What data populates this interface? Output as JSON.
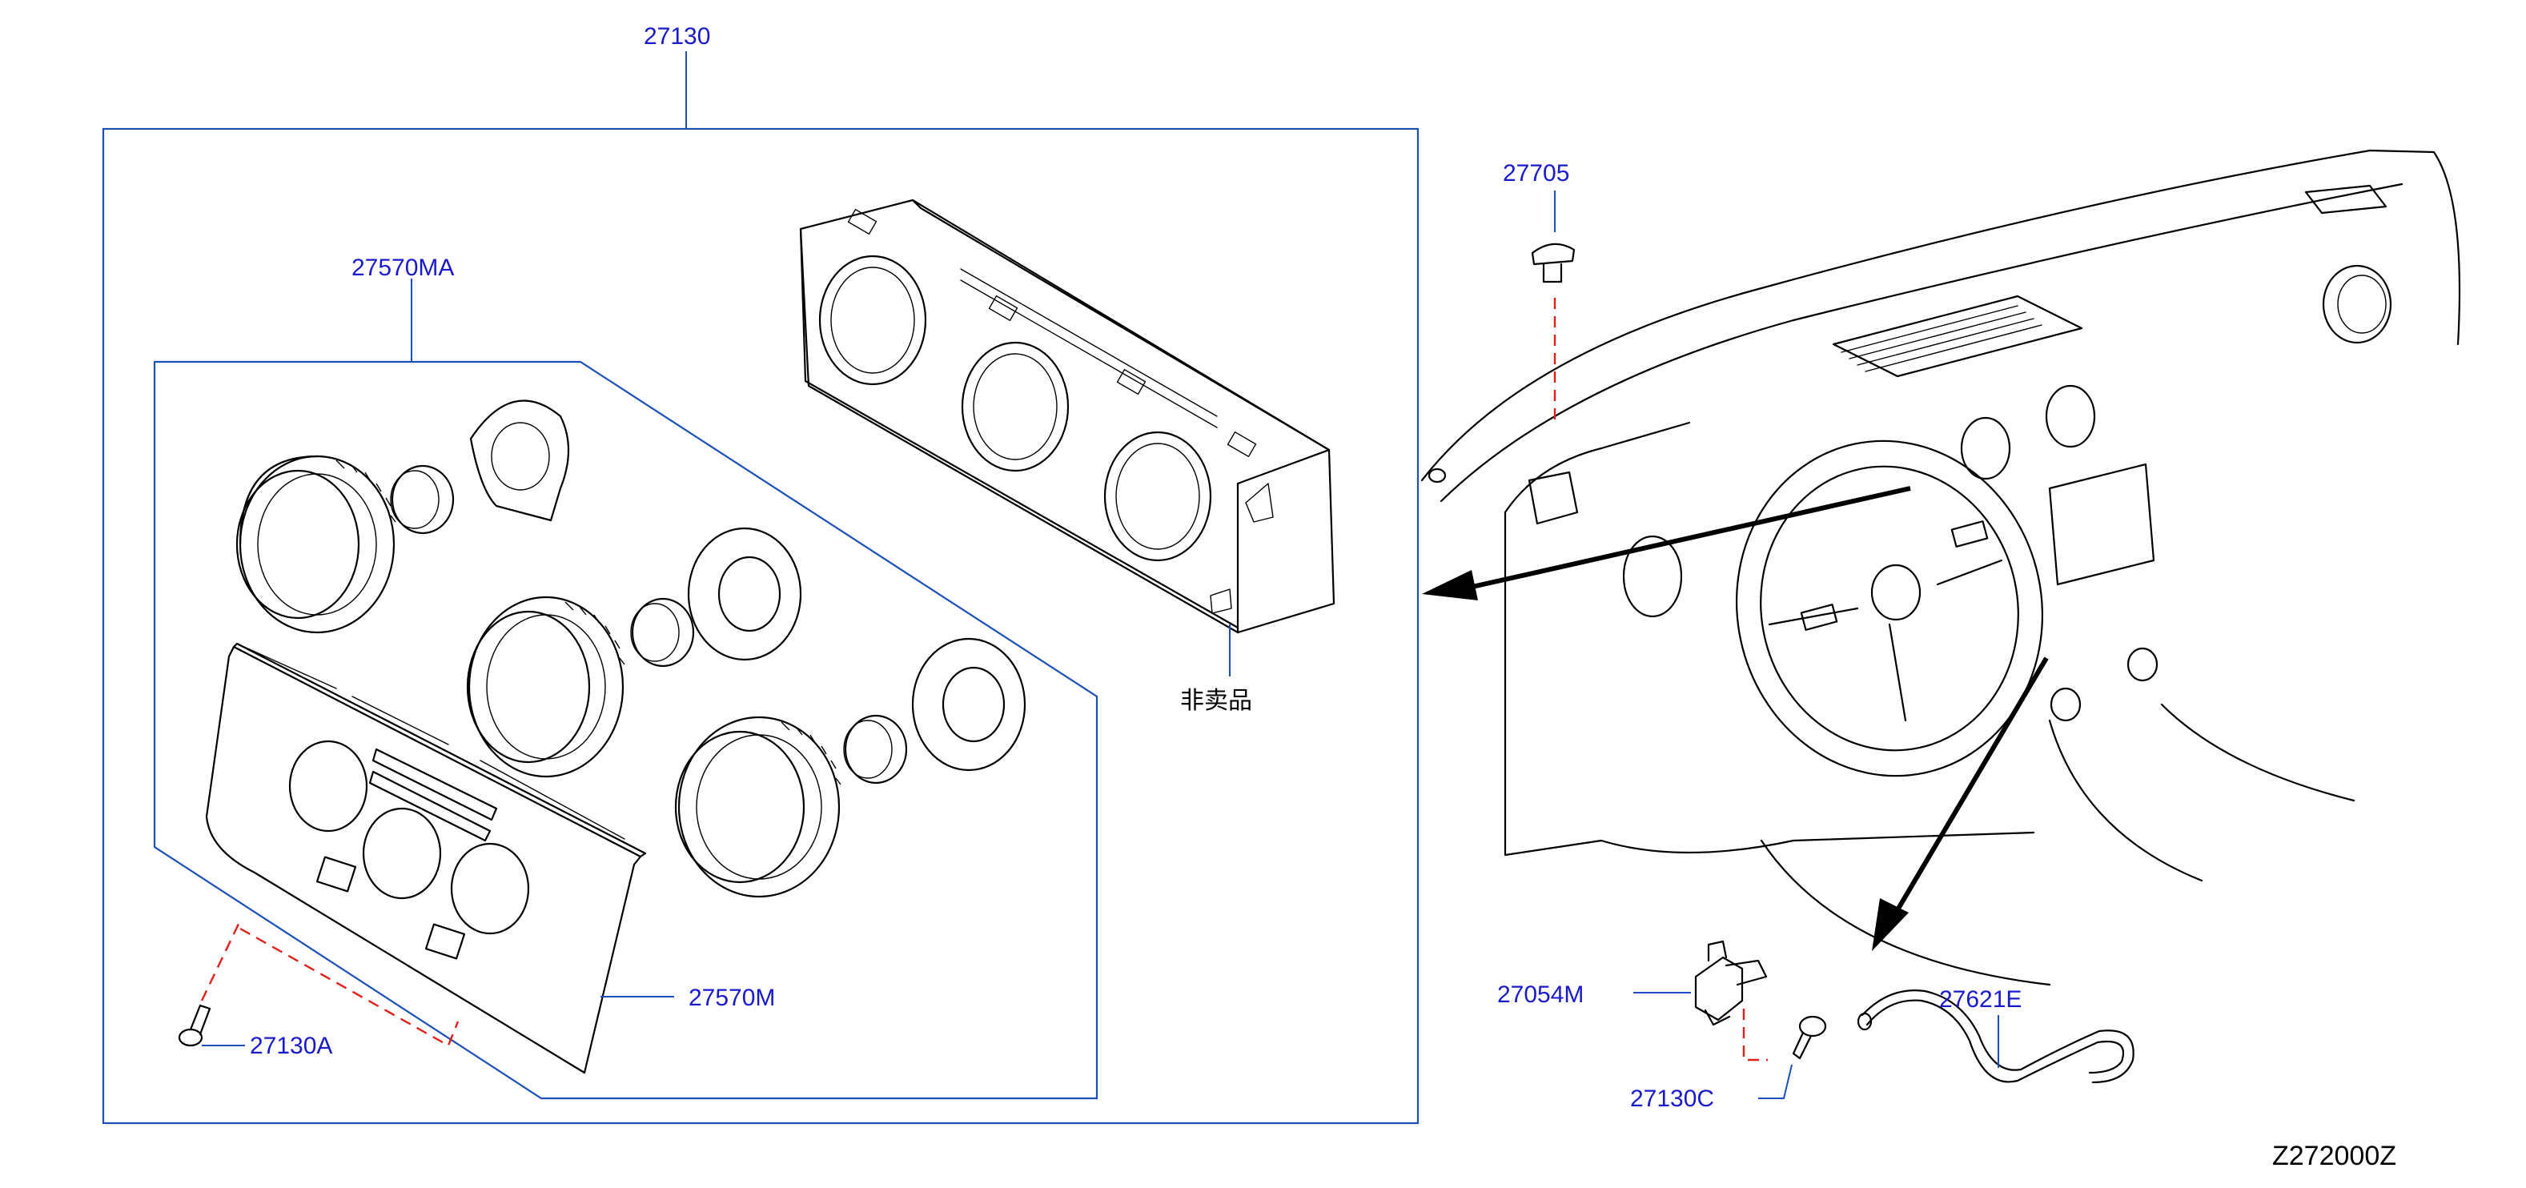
{
  "diagram_code": "Z272000Z",
  "labels": {
    "p27130": "27130",
    "p27570MA": "27570MA",
    "p27570M": "27570M",
    "p27130A": "27130A",
    "p27705": "27705",
    "p27054M": "27054M",
    "p27130C": "27130C",
    "p27621E": "27621E",
    "not_for_sale": "非卖品"
  },
  "colors": {
    "label_text": "#1a1acc",
    "leader_line": "#1a4fb8",
    "dashed_guide": "#e0201a",
    "line_art": "#000000"
  }
}
